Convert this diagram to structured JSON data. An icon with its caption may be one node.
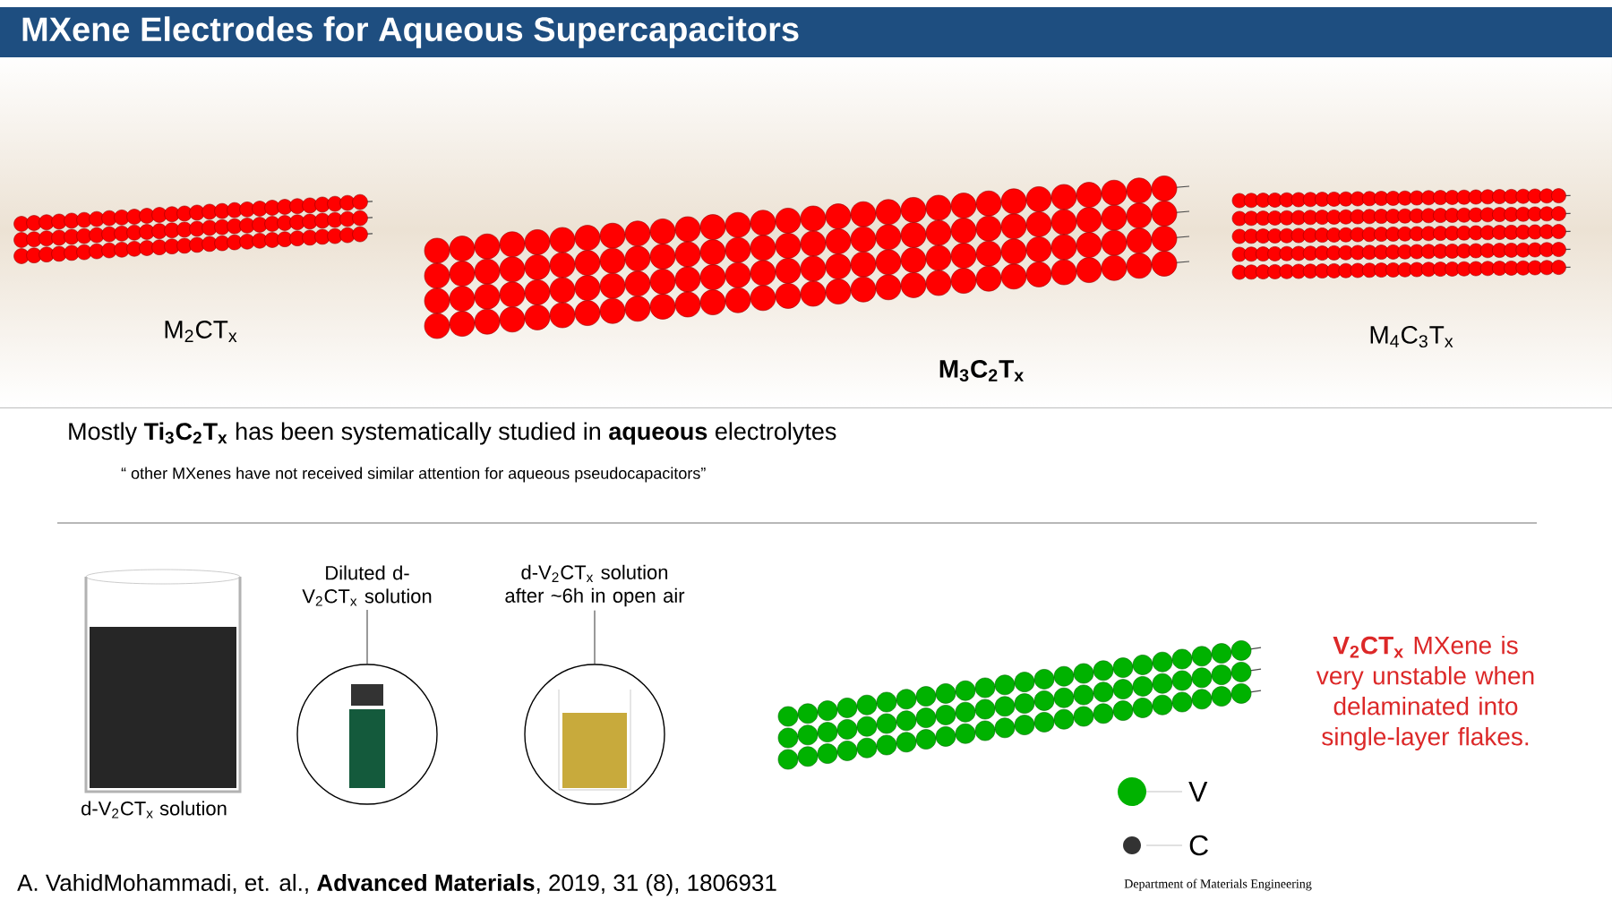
{
  "diagram": {
    "title": "MXene Electrodes for Aqueous Supercapacitors",
    "nodes": [
      {
        "text": [
          "Diluted d-V$_{2}$CT$_{x}$ solution"
        ]
      },
      {
        "text": [],
        "shape": "circle"
      },
      {
        "text": [
          "d-V$_{2}$CT$_{x}$ solution after ~6h in open air"
        ]
      },
      {
        "text": [],
        "shape": "circle"
      }
    ],
    "edges": [
      {
        "from": 0,
        "to": 1,
        "arrow": "none"
      },
      {
        "from": 2,
        "to": 3,
        "arrow": "none"
      }
    ],
    "labels": [
      "M$_{2}$CT$_{x}$",
      "M$_{3}$C$_{2}$T$_{x}$",
      "M$_{4}$C$_{3}$T$_{x}$",
      "Mostly **Ti$_{3}$C$_{2}$T$_{x}$** has been systematically studied in **aqueous** electrolytes",
      "“ other MXenes have not received similar attention for aqueous pseudocapacitors”",
      "d-V$_{2}$CT$_{x}$ solution",
      "**V$_{2}$CT$_{x}$** MXene is very unstable when delaminated into single-layer flakes.",
      "A. VahidMohammadi, et. al., **Advanced Materials**, 2019, 31 (8), 1806931",
      "Department of Materials Engineering"
    ],
    "legend": [
      {
        "text": "V"
      },
      {
        "text": "C"
      }
    ]
  }
}
